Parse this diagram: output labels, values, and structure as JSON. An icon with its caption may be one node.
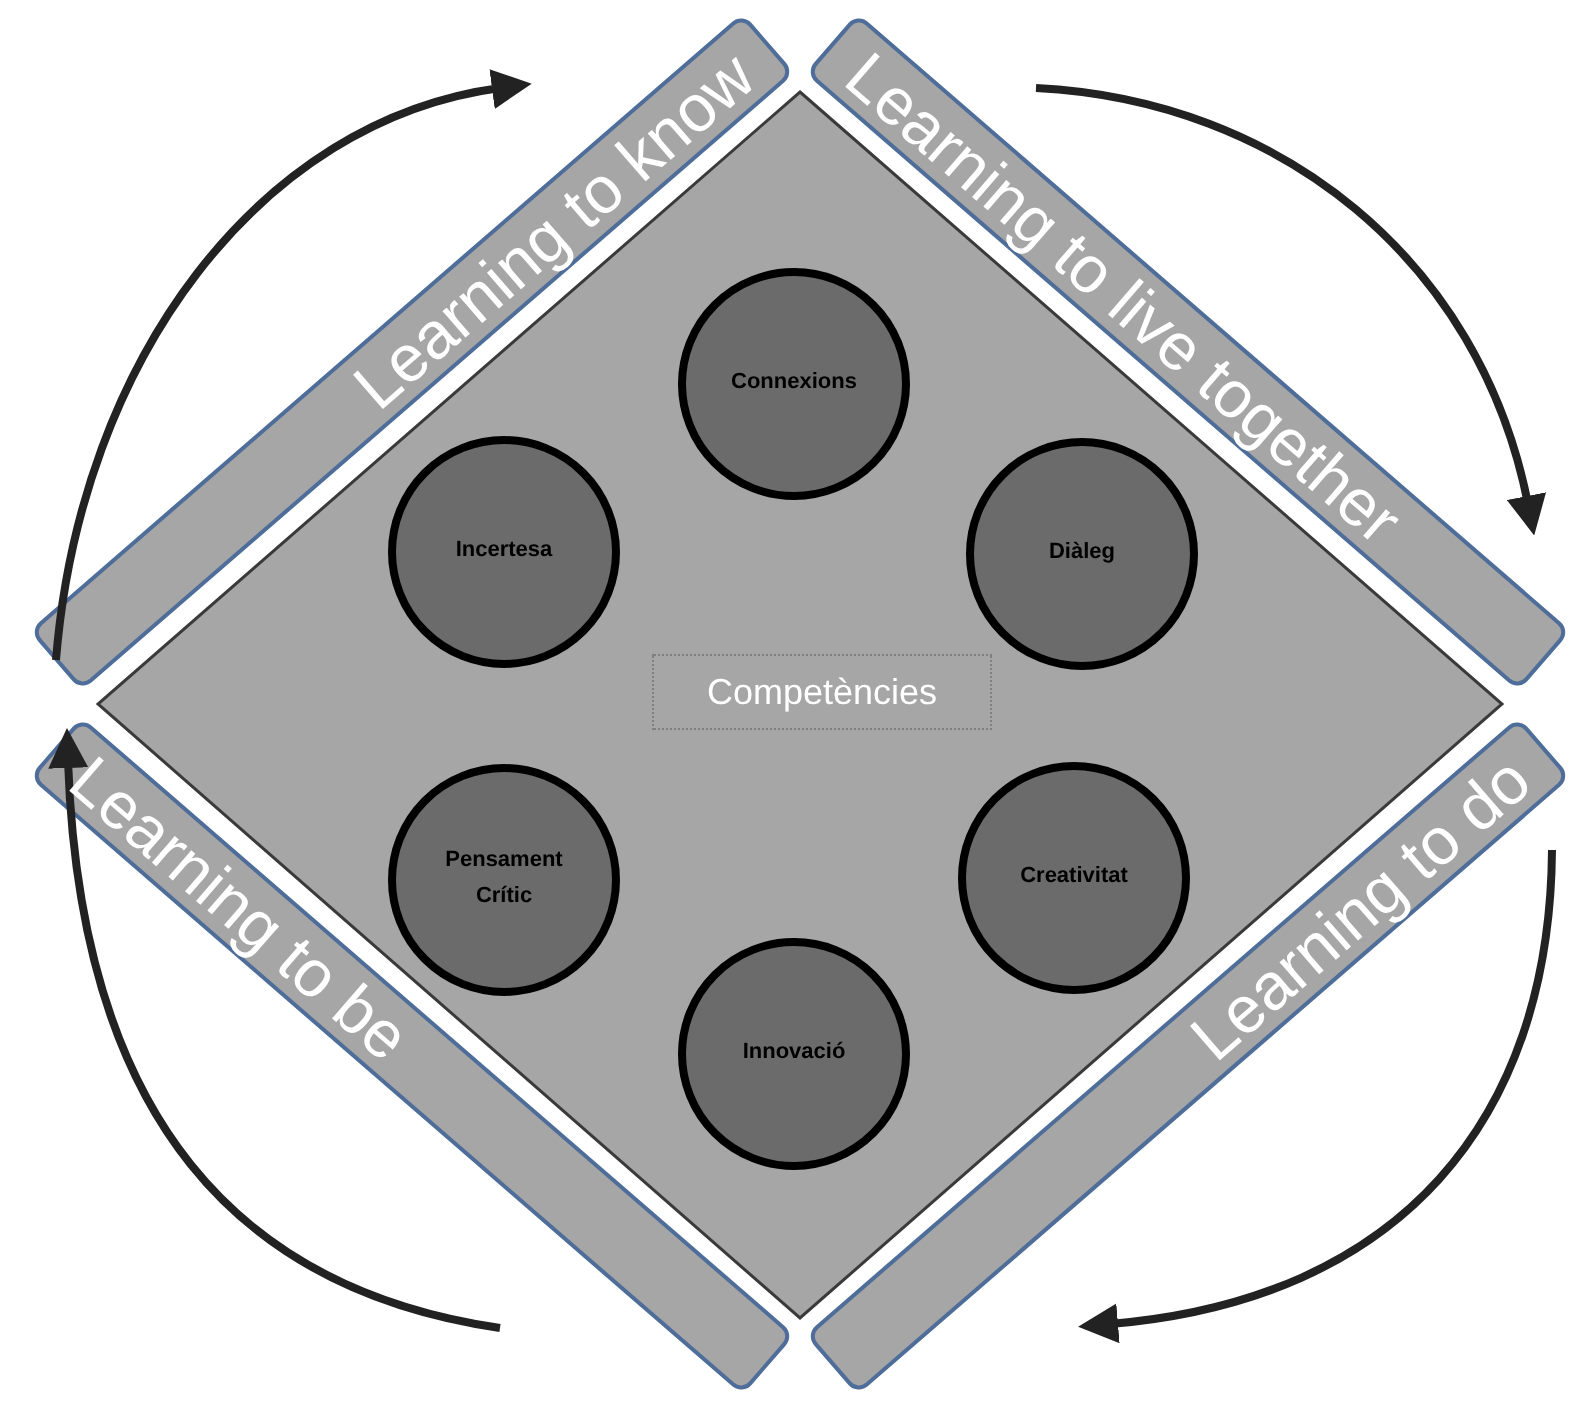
{
  "diagram": {
    "nodes": [
      {
        "text": [],
        "shape": "diamond"
      },
      {
        "text": [
          "Learning to know"
        ]
      },
      {
        "text": [
          "Learning to live together"
        ]
      },
      {
        "text": [
          "Learning to be"
        ]
      },
      {
        "text": [
          "Learning to do"
        ]
      },
      {
        "text": [
          "Connexions"
        ],
        "in": 0
      },
      {
        "text": [
          "Incertesa"
        ],
        "in": 0
      },
      {
        "text": [
          "Diàleg"
        ],
        "in": 0
      },
      {
        "text": [
          "Competències"
        ],
        "in": 0
      },
      {
        "text": [
          "Pensament Crític"
        ],
        "in": 0
      },
      {
        "text": [
          "Creativitat"
        ],
        "in": 0
      },
      {
        "text": [
          "Innovació"
        ],
        "in": 0
      }
    ]
  }
}
